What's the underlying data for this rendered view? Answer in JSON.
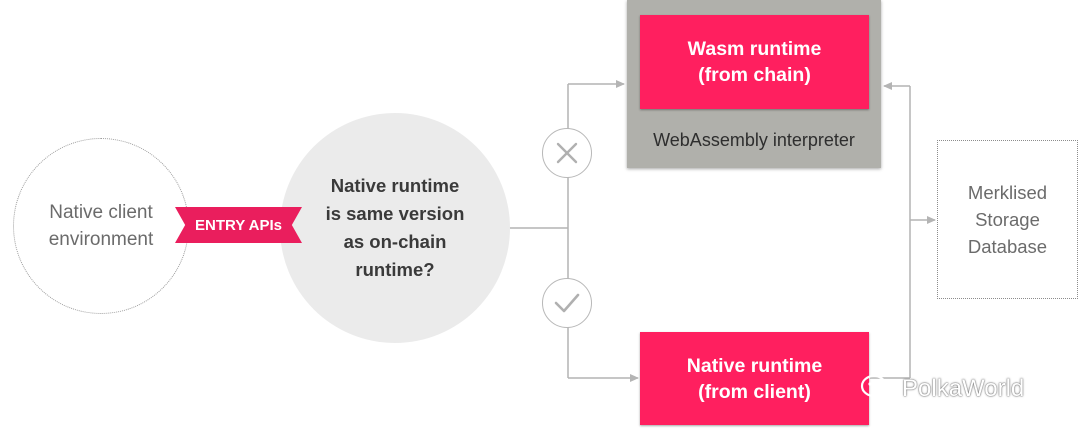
{
  "client_environment": {
    "line1": "Native client",
    "line2": "environment"
  },
  "entry_apis": {
    "label": "ENTRY APIs"
  },
  "decision": {
    "line1": "Native runtime",
    "line2": "is same version",
    "line3": "as on-chain",
    "line4": "runtime?"
  },
  "wasm_runtime": {
    "line1": "Wasm runtime",
    "line2": "(from chain)"
  },
  "interpreter": {
    "label": "WebAssembly interpreter"
  },
  "native_runtime": {
    "line1": "Native runtime",
    "line2": "(from client)"
  },
  "storage": {
    "line1": "Merklised",
    "line2": "Storage",
    "line3": "Database"
  },
  "watermark": {
    "text": "PolkaWorld"
  },
  "colors": {
    "accent_pink": "#ff1f5f",
    "ribbon_pink": "#ea1e5d",
    "interpreter_gray": "#b0b0ab",
    "decision_gray": "#ebebeb",
    "connector_gray": "#b4b4b4"
  },
  "icons": {
    "no_branch": "x-icon",
    "yes_branch": "check-icon",
    "watermark_logo": "wechat-icon"
  }
}
